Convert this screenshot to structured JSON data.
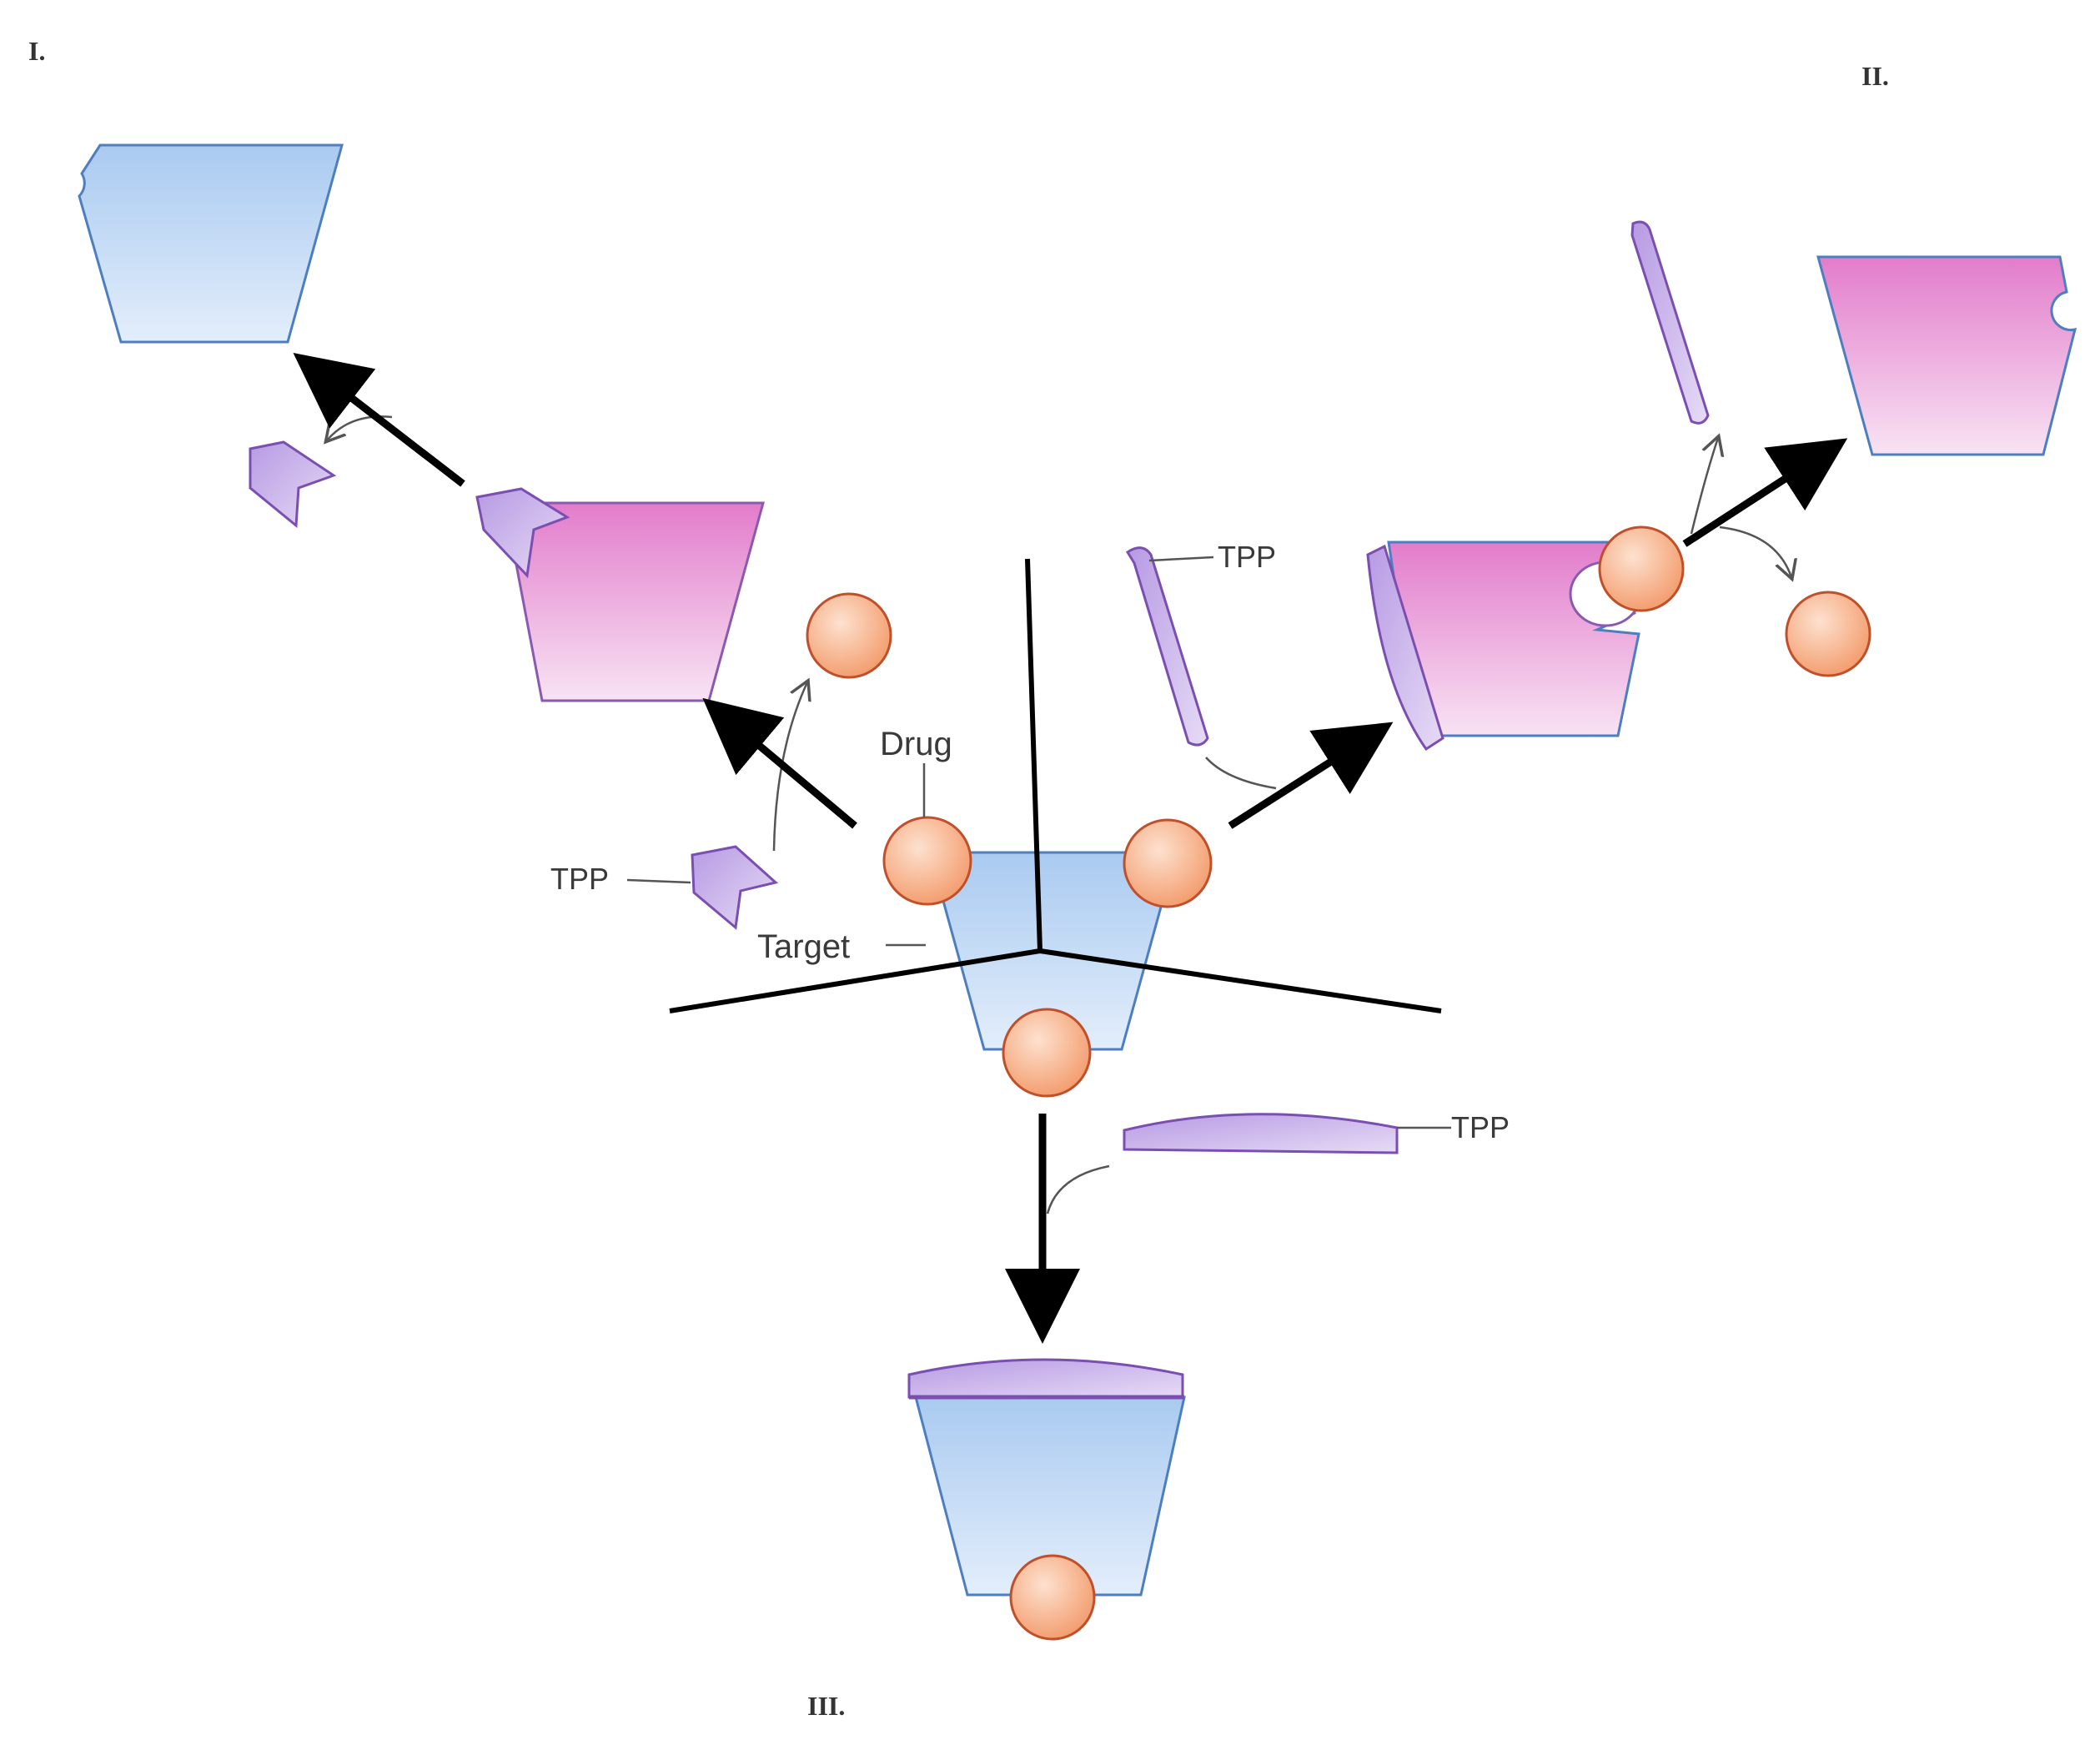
{
  "panels": {
    "one": "I.",
    "two": "II.",
    "three": "III."
  },
  "labels": {
    "drug": "Drug",
    "target": "Target",
    "tpp_left": "TPP",
    "tpp_right": "TPP",
    "tpp_bottom": "TPP"
  },
  "colors": {
    "target_blue_top": "#a9caf0",
    "target_blue_bottom": "#e3eefb",
    "target_blue_stroke": "#4d7fc0",
    "pink_top": "#e27ccb",
    "pink_bottom": "#f8e3f3",
    "pink_stroke": "#8a5ab0",
    "tpp_purple": "#c8b0e8",
    "tpp_stroke": "#7a4fb0",
    "drug_orange": "#f7b68f",
    "drug_stroke": "#c0502a",
    "arrow": "#000000"
  }
}
